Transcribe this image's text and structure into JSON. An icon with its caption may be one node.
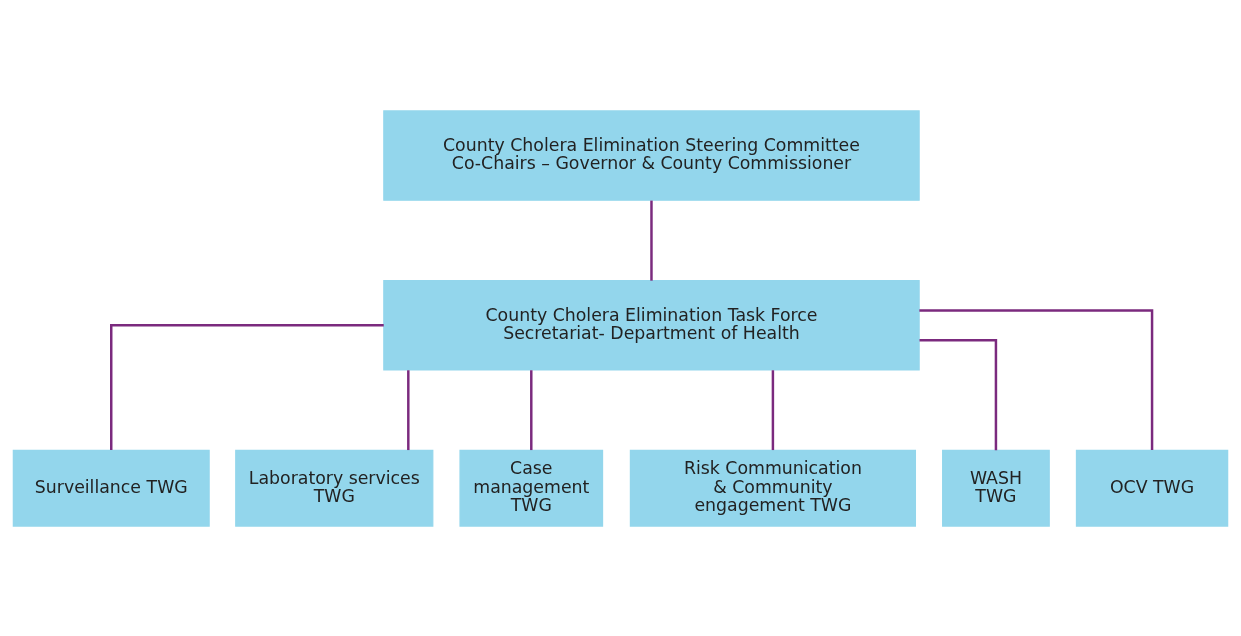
{
  "diagram": {
    "nodes": [
      {
        "text": [
          "County Cholera Elimination Steering Committee",
          "Co-Chairs – Governor & County Commissioner"
        ]
      },
      {
        "text": [
          "County Cholera Elimination Task Force",
          "Secretariat- Department of Health"
        ]
      },
      {
        "text": [
          "Surveillance TWG"
        ]
      },
      {
        "text": [
          "Laboratory services TWG"
        ]
      },
      {
        "text": [
          "Case management TWG"
        ]
      },
      {
        "text": [
          "Risk Communication & Community engagement TWG"
        ]
      },
      {
        "text": [
          "WASH TWG"
        ]
      },
      {
        "text": [
          "OCV TWG"
        ]
      }
    ],
    "edges": [
      {
        "from": 0,
        "to": 1,
        "arrow": "none"
      },
      {
        "from": 1,
        "to": 2,
        "arrow": "none"
      },
      {
        "from": 1,
        "to": 3,
        "arrow": "none"
      },
      {
        "from": 1,
        "to": 4,
        "arrow": "none"
      },
      {
        "from": 1,
        "to": 5,
        "arrow": "none"
      },
      {
        "from": 1,
        "to": 6,
        "arrow": "none"
      },
      {
        "from": 1,
        "to": 7,
        "arrow": "none"
      }
    ]
  }
}
